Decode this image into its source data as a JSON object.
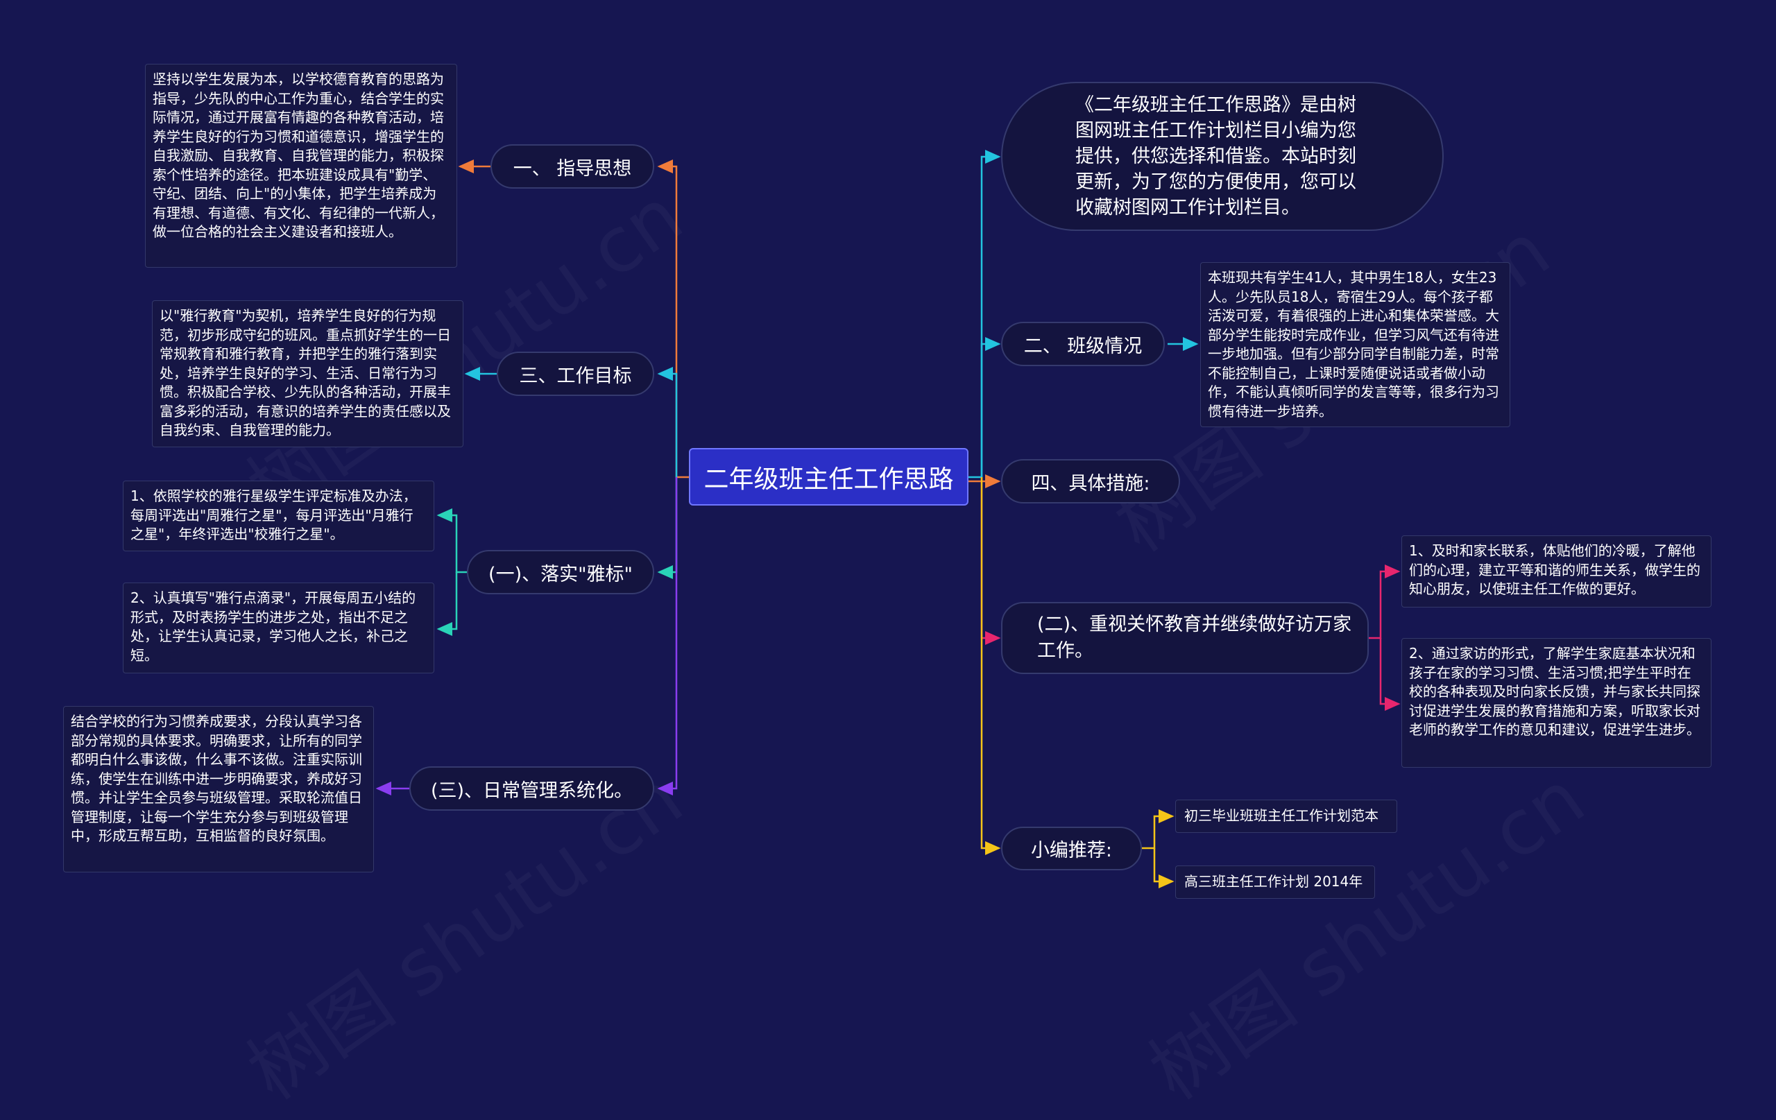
{
  "root": {
    "label": "二年级班主任工作思路"
  },
  "intro": {
    "text": "《二年级班主任工作思路》是由树图网班主任工作计划栏目小编为您提供，供您选择和借鉴。本站时刻更新，为了您的方便使用，您可以收藏树图网工作计划栏目。"
  },
  "left": {
    "guiding": {
      "label": "一、 指导思想",
      "text": "坚持以学生发展为本，以学校德育教育的思路为指导，少先队的中心工作为重心，结合学生的实际情况，通过开展富有情趣的各种教育活动，培养学生良好的行为习惯和道德意识，增强学生的自我激励、自我教育、自我管理的能力，积极探索个性培养的途径。把本班建设成具有\"勤学、守纪、团结、向上\"的小集体，把学生培养成为有理想、有道德、有文化、有纪律的一代新人，做一位合格的社会主义建设者和接班人。"
    },
    "goals": {
      "label": "三、工作目标",
      "text": "以\"雅行教育\"为契机，培养学生良好的行为规范，初步形成守纪的班风。重点抓好学生的一日常规教育和雅行教育，并把学生的雅行落到实处，培养学生良好的学习、生活、日常行为习惯。积极配合学校、少先队的各种活动，开展丰富多彩的活动，有意识的培养学生的责任感以及自我约束、自我管理的能力。"
    },
    "yabiao": {
      "label": "(一)、落实\"雅标\"",
      "item1": "1、依照学校的雅行星级学生评定标准及办法，每周评选出\"周雅行之星\"，每月评选出\"月雅行之星\"，年终评选出\"校雅行之星\"。",
      "item2": "2、认真填写\"雅行点滴录\"，开展每周五小结的形式，及时表扬学生的进步之处，指出不足之处，让学生认真记录，学习他人之长，补己之短。"
    },
    "daily": {
      "label": "(三)、日常管理系统化。",
      "text": "结合学校的行为习惯养成要求，分段认真学习各部分常规的具体要求。明确要求，让所有的同学都明白什么事该做，什么事不该做。注重实际训练，使学生在训练中进一步明确要求，养成好习惯。并让学生全员参与班级管理。采取轮流值日管理制度，让每一个学生充分参与到班级管理中，形成互帮互助，互相监督的良好氛围。"
    }
  },
  "right": {
    "classinfo": {
      "label": "二、 班级情况",
      "text": "本班现共有学生41人，其中男生18人，女生23人。少先队员18人，寄宿生29人。每个孩子都活泼可爱，有着很强的上进心和集体荣誉感。大部分学生能按时完成作业，但学习风气还有待进一步地加强。但有少部分同学自制能力差，时常不能控制自己，上课时爱随便说话或者做小动作，不能认真倾听同学的发言等等，很多行为习惯有待进一步培养。"
    },
    "measures": {
      "label": "四、具体措施:"
    },
    "family": {
      "label": "(二)、重视关怀教育并继续做好访万家工作。",
      "item1": "1、及时和家长联系，体贴他们的冷暖，了解他们的心理，建立平等和谐的师生关系，做学生的知心朋友，以使班主任工作做的更好。",
      "item2": "2、通过家访的形式，了解学生家庭基本状况和孩子在家的学习习惯、生活习惯;把学生平时在校的各种表现及时向家长反馈，并与家长共同探讨促进学生发展的教育措施和方案，听取家长对老师的教学工作的意见和建议，促进学生进步。"
    },
    "recommend": {
      "label": "小编推荐:",
      "item1": "初三毕业班班主任工作计划范本",
      "item2": "高三班主任工作计划 2014年"
    }
  },
  "colors": {
    "background": "#161651",
    "root_fill": "#2b2fc6",
    "orange": "#f07b3a",
    "cyan": "#23c4e0",
    "teal": "#2ad3b8",
    "purple": "#8a3df0",
    "pink": "#e8266e",
    "yellow": "#f5c518"
  }
}
